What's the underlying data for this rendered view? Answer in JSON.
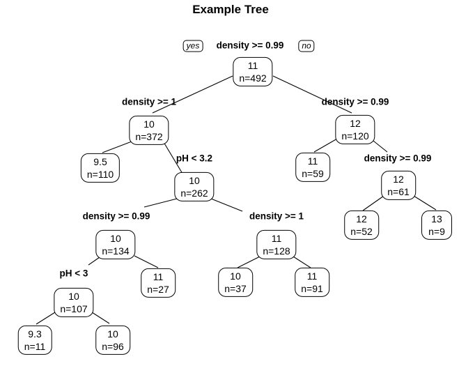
{
  "title": "Example Tree",
  "edge_labels": {
    "yes": "yes",
    "no": "no"
  },
  "colors": {
    "text": "#000000",
    "background": "#ffffff",
    "border": "#000000"
  },
  "splits": [
    {
      "label": "density >= 0.99"
    },
    {
      "label": "density >= 1"
    },
    {
      "label": "density >= 0.99"
    },
    {
      "label": "pH < 3.2"
    },
    {
      "label": "density >= 0.99"
    },
    {
      "label": "density >= 0.99"
    },
    {
      "label": "density >= 1"
    },
    {
      "label": "pH < 3"
    }
  ],
  "nodes": [
    {
      "value": "11",
      "n": "n=492"
    },
    {
      "value": "10",
      "n": "n=372"
    },
    {
      "value": "12",
      "n": "n=120"
    },
    {
      "value": "9.5",
      "n": "n=110"
    },
    {
      "value": "10",
      "n": "n=262"
    },
    {
      "value": "11",
      "n": "n=59"
    },
    {
      "value": "12",
      "n": "n=61"
    },
    {
      "value": "10",
      "n": "n=134"
    },
    {
      "value": "11",
      "n": "n=128"
    },
    {
      "value": "12",
      "n": "n=52"
    },
    {
      "value": "13",
      "n": "n=9"
    },
    {
      "value": "10",
      "n": "n=107"
    },
    {
      "value": "11",
      "n": "n=27"
    },
    {
      "value": "10",
      "n": "n=37"
    },
    {
      "value": "11",
      "n": "n=91"
    },
    {
      "value": "9.3",
      "n": "n=11"
    },
    {
      "value": "10",
      "n": "n=96"
    }
  ],
  "tree_data": {
    "type": "decision_tree",
    "orientation": "yes-left, no-right",
    "root": {
      "value": "11",
      "n": 492,
      "split": "density >= 0.99",
      "yes": {
        "value": "10",
        "n": 372,
        "split": "density >= 1",
        "yes": {
          "value": "9.5",
          "n": 110
        },
        "no": {
          "value": "10",
          "n": 262,
          "split": "pH < 3.2",
          "yes": {
            "value": "10",
            "n": 134,
            "split": "density >= 0.99",
            "yes": {
              "value": "10",
              "n": 107,
              "split": "pH < 3",
              "yes": {
                "value": "9.3",
                "n": 11
              },
              "no": {
                "value": "10",
                "n": 96
              }
            },
            "no": {
              "value": "11",
              "n": 27
            }
          },
          "no": {
            "value": "11",
            "n": 128,
            "split": "density >= 1",
            "yes": {
              "value": "10",
              "n": 37
            },
            "no": {
              "value": "11",
              "n": 91
            }
          }
        }
      },
      "no": {
        "value": "12",
        "n": 120,
        "split": "density >= 0.99",
        "yes": {
          "value": "11",
          "n": 59
        },
        "no": {
          "value": "12",
          "n": 61,
          "split": "density >= 0.99",
          "yes": {
            "value": "12",
            "n": 52
          },
          "no": {
            "value": "13",
            "n": 9
          }
        }
      }
    }
  }
}
